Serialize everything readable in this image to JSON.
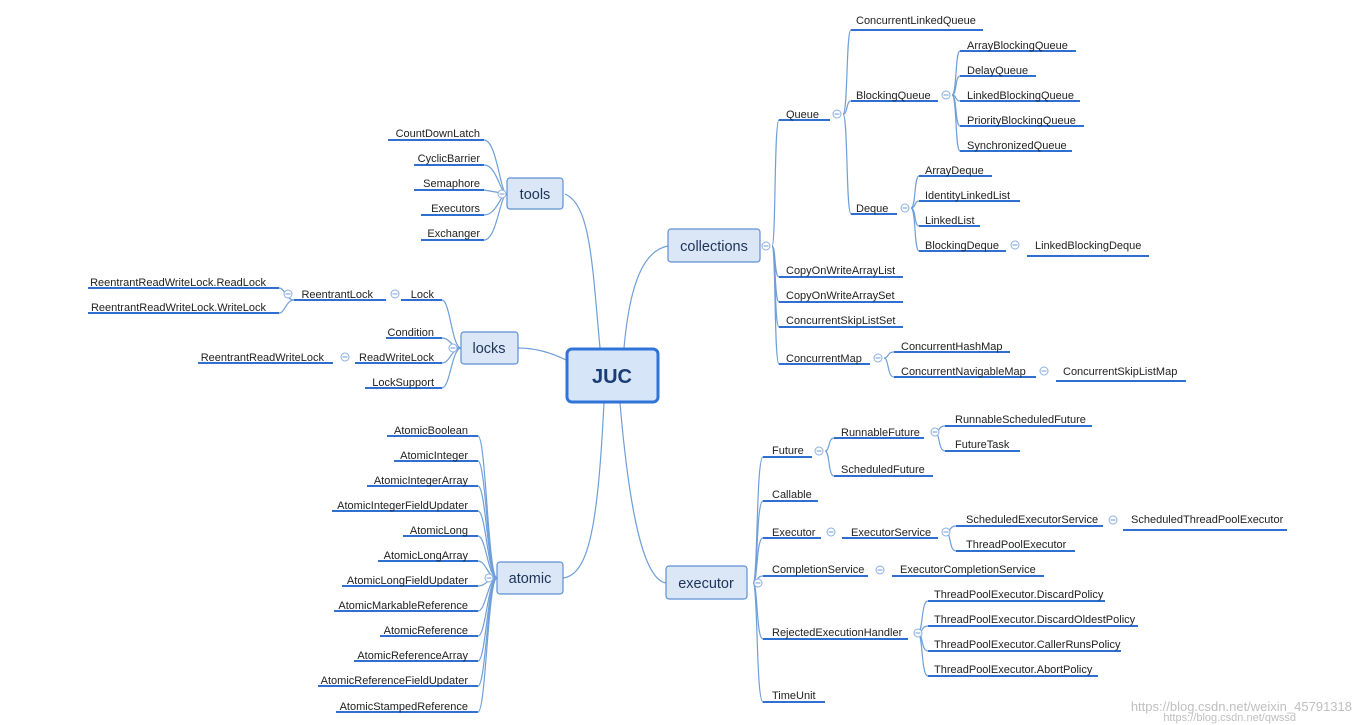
{
  "center": {
    "label": "JUC"
  },
  "branches": {
    "tools": {
      "label": "tools",
      "items": [
        "CountDownLatch",
        "CyclicBarrier",
        "Semaphore",
        "Executors",
        "Exchanger"
      ]
    },
    "locks": {
      "label": "locks",
      "lock": "Lock",
      "reentrant_lock": "ReentrantLock",
      "reentrant_rw_readlock": "ReentrantReadWriteLock.ReadLock",
      "reentrant_rw_writelock": "ReentrantReadWriteLock.WriteLock",
      "condition": "Condition",
      "read_write_lock": "ReadWriteLock",
      "reentrant_read_write_lock": "ReentrantReadWriteLock",
      "lock_support": "LockSupport"
    },
    "atomic": {
      "label": "atomic",
      "items": [
        "AtomicBoolean",
        "AtomicInteger",
        "AtomicIntegerArray",
        "AtomicIntegerFieldUpdater",
        "AtomicLong",
        "AtomicLongArray",
        "AtomicLongFieldUpdater",
        "AtomicMarkableReference",
        "AtomicReference",
        "AtomicReferenceArray",
        "AtomicReferenceFieldUpdater",
        "AtomicStampedReference"
      ]
    },
    "collections": {
      "label": "collections",
      "queue": "Queue",
      "concurrent_linked_queue": "ConcurrentLinkedQueue",
      "blocking_queue": "BlockingQueue",
      "blocking_queue_items": [
        "ArrayBlockingQueue",
        "DelayQueue",
        "LinkedBlockingQueue",
        "PriorityBlockingQueue",
        "SynchronizedQueue"
      ],
      "deque": "Deque",
      "array_deque": "ArrayDeque",
      "identity_linked_list": "IdentityLinkedList",
      "linked_list": "LinkedList",
      "blocking_deque": "BlockingDeque",
      "linked_blocking_deque": "LinkedBlockingDeque",
      "copy_on_write_array_list": "CopyOnWriteArrayList",
      "copy_on_write_array_set": "CopyOnWriteArraySet",
      "concurrent_skip_list_set": "ConcurrentSkipListSet",
      "concurrent_map": "ConcurrentMap",
      "concurrent_hash_map": "ConcurrentHashMap",
      "concurrent_navigable_map": "ConcurrentNavigableMap",
      "concurrent_skip_list_map": "ConcurrentSkipListMap"
    },
    "executor": {
      "label": "executor",
      "future": "Future",
      "runnable_future": "RunnableFuture",
      "runnable_scheduled_future": "RunnableScheduledFuture",
      "future_task": "FutureTask",
      "scheduled_future": "ScheduledFuture",
      "callable": "Callable",
      "executor_node": "Executor",
      "executor_service": "ExecutorService",
      "scheduled_executor_service": "ScheduledExecutorService",
      "scheduled_thread_pool_executor": "ScheduledThreadPoolExecutor",
      "thread_pool_executor": "ThreadPoolExecutor",
      "completion_service": "CompletionService",
      "executor_completion_service": "ExecutorCompletionService",
      "rejected_execution_handler": "RejectedExecutionHandler",
      "policies": [
        "ThreadPoolExecutor.DiscardPolicy",
        "ThreadPoolExecutor.DiscardOldestPolicy",
        "ThreadPoolExecutor.CallerRunsPolicy",
        "ThreadPoolExecutor.AbortPolicy"
      ],
      "time_unit": "TimeUnit"
    }
  },
  "watermark": {
    "line1": "https://blog.csdn.net/weixin_45791318",
    "line2": "https://blog.csdn.net/qwssd"
  }
}
